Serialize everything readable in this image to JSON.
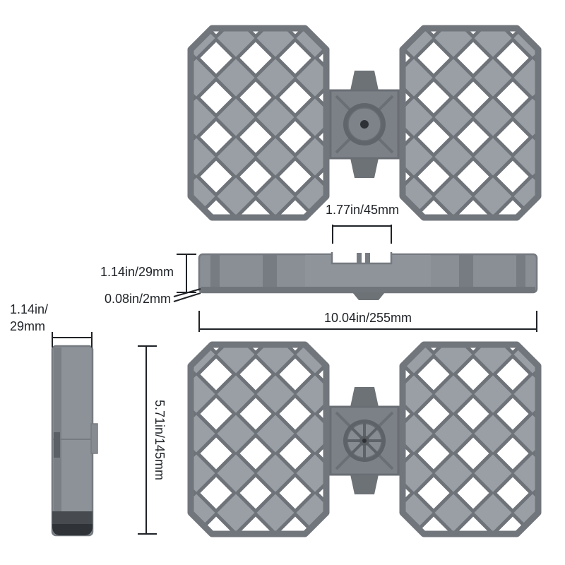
{
  "diagram": {
    "type": "product-dimension-diagram",
    "dimensions": {
      "notch_width": "1.77in/45mm",
      "side_height": "1.14in/29mm",
      "plate_thickness": "0.08in/2mm",
      "total_width": "10.04in/255mm",
      "end_width_line1": "1.14in/",
      "end_width_line2": "29mm",
      "body_height": "5.71in/145mm"
    },
    "colors": {
      "background": "#FFFFFF",
      "body_gray": "#8A9096",
      "lattice_gray": "#999FA5",
      "rim_gray": "#71767C",
      "plate_gray": "#7C8187",
      "dark_cap": "#2F3337",
      "dimension_line": "#1F2327"
    }
  }
}
